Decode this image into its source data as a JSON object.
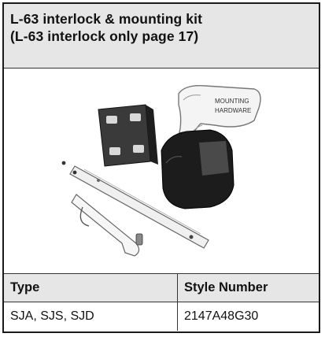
{
  "header": {
    "line1": "L-63 interlock & mounting kit",
    "line2": "(L-63 interlock only page 17)"
  },
  "photo": {
    "bag_label_line1": "MOUNTING",
    "bag_label_line2": "HARDWARE"
  },
  "table": {
    "columns": [
      "Type",
      "Style Number"
    ],
    "rows": [
      [
        "SJA, SJS, SJD",
        "2147A48G30"
      ]
    ]
  }
}
